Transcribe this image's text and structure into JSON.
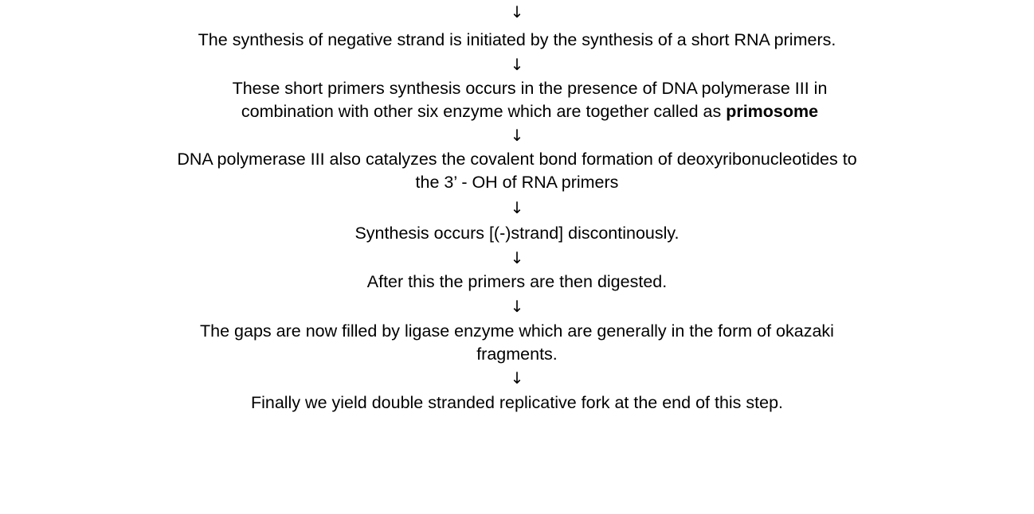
{
  "arrow_glyph": "↓",
  "steps": [
    {
      "lines": [
        "The synthesis of negative strand is initiated by the synthesis of a short RNA primers."
      ]
    },
    {
      "lines": [
        "These short primers synthesis occurs in the presence of DNA polymerase III in"
      ],
      "line2_prefix": "combination with other six enzyme which are  together called as ",
      "line2_bold": "primosome"
    },
    {
      "lines": [
        "DNA polymerase III also catalyzes the covalent bond formation of deoxyribonucleotides to",
        "the 3’ - OH of RNA primers"
      ]
    },
    {
      "lines": [
        "Synthesis occurs [(-)strand] discontinously."
      ]
    },
    {
      "lines": [
        "After this the primers are then digested."
      ]
    },
    {
      "lines": [
        "The gaps are now filled by ligase enzyme which are generally in the form of okazaki",
        "fragments."
      ]
    },
    {
      "lines": [
        "Finally we yield double stranded replicative fork at the end of this step."
      ]
    }
  ]
}
